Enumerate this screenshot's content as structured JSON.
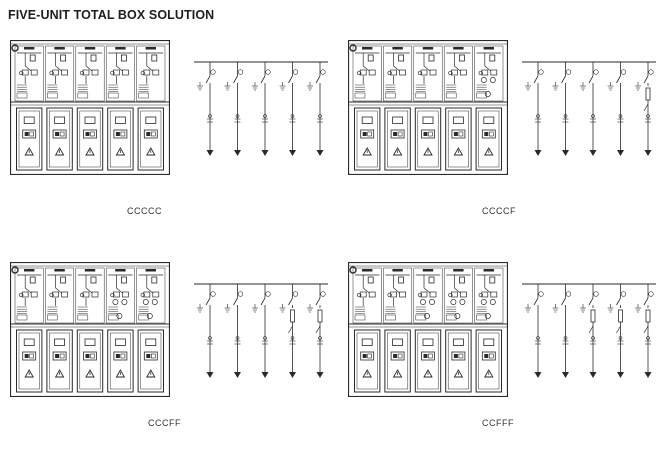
{
  "page": {
    "title": "FIVE-UNIT TOTAL BOX SOLUTION"
  },
  "configurations": [
    {
      "code": "CCCCC",
      "units": [
        "C",
        "C",
        "C",
        "C",
        "C"
      ]
    },
    {
      "code": "CCCCF",
      "units": [
        "C",
        "C",
        "C",
        "C",
        "F"
      ]
    },
    {
      "code": "CCCFF",
      "units": [
        "C",
        "C",
        "C",
        "F",
        "F"
      ]
    },
    {
      "code": "CCFFF",
      "units": [
        "C",
        "C",
        "F",
        "F",
        "F"
      ]
    }
  ],
  "icons": {
    "warning": "warning-triangle-icon",
    "ground": "ground-symbol-icon",
    "arrow": "cable-outlet-arrow-icon"
  },
  "colors": {
    "line": "#2a2a2a",
    "panel_bg": "#ffffff",
    "text": "#1e1e1e"
  }
}
